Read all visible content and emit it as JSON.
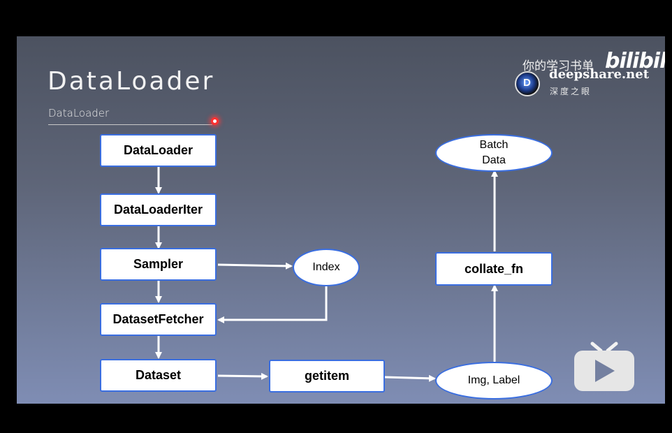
{
  "slide": {
    "title": "DataLoader",
    "subtitle": "DataLoader"
  },
  "watermark": {
    "tagline": "你的学习书单",
    "platform": "bilibili",
    "site": "deepshare.net",
    "site_sub": "深度之眼"
  },
  "nodes": {
    "dataloader": "DataLoader",
    "dataloaderiter": "DataLoaderIter",
    "sampler": "Sampler",
    "index": "Index",
    "datasetfetcher": "DatasetFetcher",
    "dataset": "Dataset",
    "getitem": "getitem",
    "img_label": "Img, Label",
    "collate_fn": "collate_fn",
    "batch_data_line1": "Batch",
    "batch_data_line2": "Data"
  },
  "colors": {
    "node_border": "#3a6ee0",
    "arrow": "#ffffff"
  },
  "icons": {
    "play": "play-icon",
    "laser": "laser-pointer-icon"
  }
}
